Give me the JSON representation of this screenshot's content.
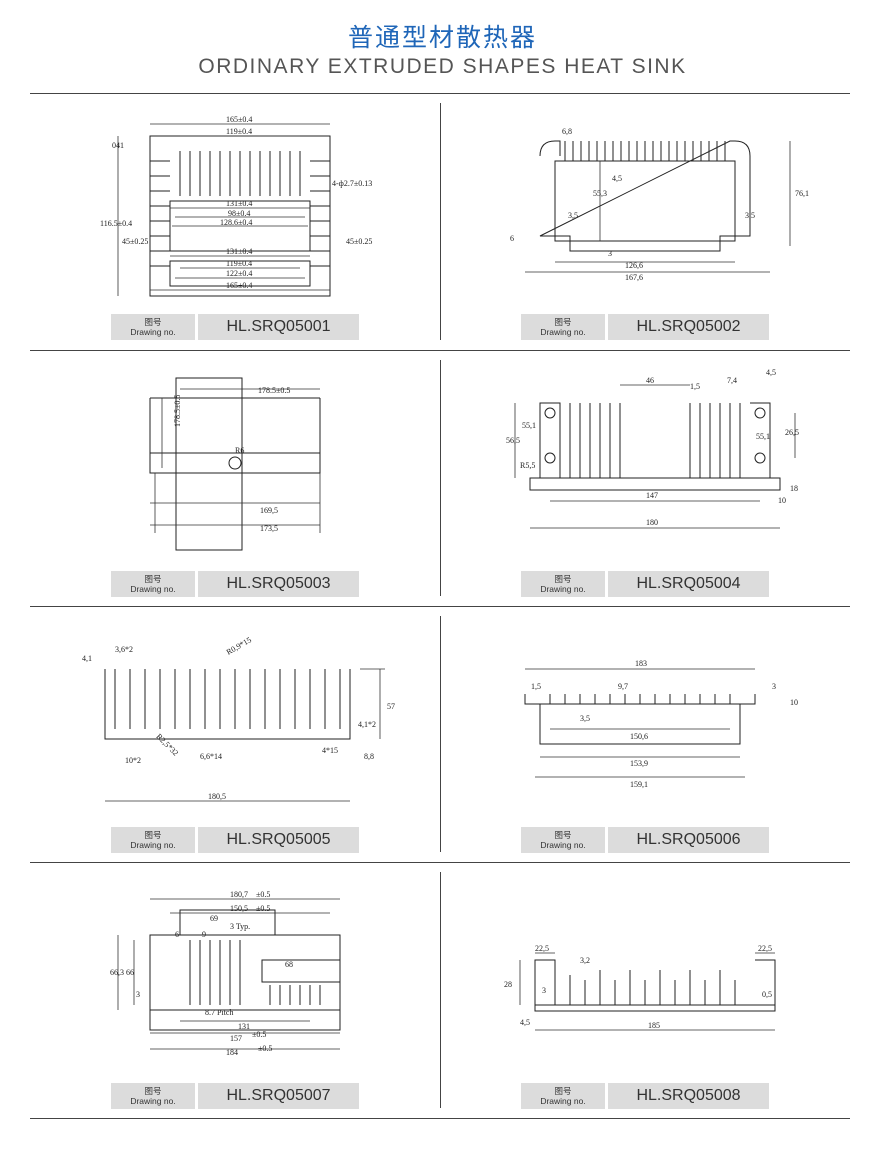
{
  "header": {
    "title_cn": "普通型材散热器",
    "title_en": "ORDINARY EXTRUDED SHAPES HEAT SINK"
  },
  "drawing_label": {
    "cn": "图号",
    "en": "Drawing no."
  },
  "drawings": [
    {
      "code": "HL.SRQ05001",
      "dims": [
        "165±0.4",
        "119±0.4",
        "131±0.4",
        "98±0.4",
        "128.6±0.4",
        "131±0.4",
        "119±0.4",
        "122±0.4",
        "165±0.4",
        "116.5±0.4",
        "45±0.25",
        "45±0.25",
        "041",
        "4-ф2.7±0.13"
      ]
    },
    {
      "code": "HL.SRQ05002",
      "dims": [
        "6,8",
        "4,5",
        "55,3",
        "3,5",
        "3,5",
        "76,1",
        "6",
        "3",
        "126,6",
        "167,6"
      ]
    },
    {
      "code": "HL.SRQ05003",
      "dims": [
        "178.5±0.5",
        "178.5±0.5",
        "R6",
        "169,5",
        "173,5"
      ]
    },
    {
      "code": "HL.SRQ05004",
      "dims": [
        "46",
        "1,5",
        "7,4",
        "4,5",
        "56,5",
        "55,1",
        "55,1",
        "26,5",
        "R5,5",
        "147",
        "180",
        "10",
        "18"
      ]
    },
    {
      "code": "HL.SRQ05005",
      "dims": [
        "3,6*2",
        "4,1",
        "R0,9*15",
        "57",
        "4,1*2",
        "R2,5*32",
        "10*2",
        "6,6*14",
        "4*15",
        "8,8",
        "180,5"
      ]
    },
    {
      "code": "HL.SRQ05006",
      "dims": [
        "183",
        "1,5",
        "9,7",
        "3",
        "10",
        "3,5",
        "150,6",
        "153,9",
        "159,1"
      ]
    },
    {
      "code": "HL.SRQ05007",
      "dims": [
        "180,7",
        "±0.5",
        "150,5",
        "±0.5",
        "69",
        "3 Typ.",
        "6",
        "9",
        "68",
        "66,3",
        "66",
        "3",
        "8.7 Pitch",
        "131",
        "157",
        "±0.5",
        "184",
        "±0.5"
      ]
    },
    {
      "code": "HL.SRQ05008",
      "dims": [
        "22,5",
        "22,5",
        "3,2",
        "28",
        "3",
        "0,5",
        "4,5",
        "185"
      ]
    }
  ]
}
